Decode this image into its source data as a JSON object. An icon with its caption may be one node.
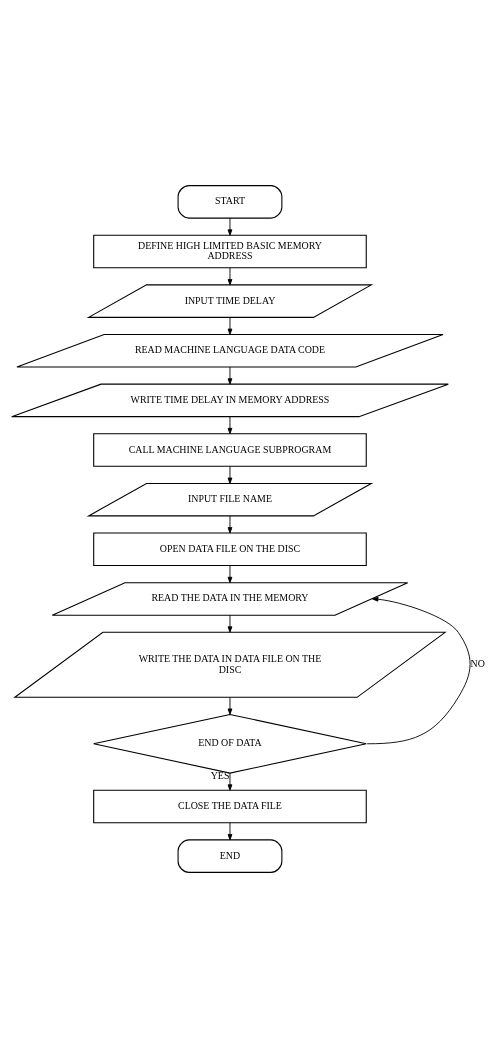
{
  "diagram": {
    "nodes": [
      {
        "text": [
          "START"
        ]
      },
      {
        "text": [
          "DEFINE HIGH LIMITED BASIC MEMORY ADDRESS"
        ]
      },
      {
        "text": [
          "INPUT TIME DELAY"
        ]
      },
      {
        "text": [
          "READ MACHINE LANGUAGE DATA CODE"
        ]
      },
      {
        "text": [
          "WRITE TIME DELAY IN MEMORY ADDRESS"
        ]
      },
      {
        "text": [
          "CALL MACHINE LANGUAGE SUBPROGRAM"
        ]
      },
      {
        "text": [
          "INPUT FILE NAME"
        ]
      },
      {
        "text": [
          "OPEN DATA FILE ON THE DISC"
        ]
      },
      {
        "text": [
          "READ THE DATA IN THE MEMORY"
        ]
      },
      {
        "text": [
          "WRITE THE DATA IN DATA FILE ON THE DISC"
        ]
      },
      {
        "text": [
          "END OF DATA"
        ]
      },
      {
        "text": [
          "CLOSE THE DATA FILE"
        ]
      },
      {
        "text": [
          "END"
        ]
      }
    ],
    "edges": [
      {
        "from": 0,
        "to": 1,
        "arrow": "to"
      },
      {
        "from": 1,
        "to": 2,
        "arrow": "to"
      },
      {
        "from": 2,
        "to": 3,
        "arrow": "to"
      },
      {
        "from": 3,
        "to": 4,
        "arrow": "to"
      },
      {
        "from": 4,
        "to": 5,
        "arrow": "to"
      },
      {
        "from": 5,
        "to": 6,
        "arrow": "to"
      },
      {
        "from": 6,
        "to": 7,
        "arrow": "to"
      },
      {
        "from": 7,
        "to": 8,
        "arrow": "to"
      },
      {
        "from": 8,
        "to": 9,
        "arrow": "to"
      },
      {
        "from": 9,
        "to": 10,
        "arrow": "to"
      },
      {
        "from": 10,
        "to": 11,
        "label": "YES",
        "arrow": "to"
      },
      {
        "from": 11,
        "to": 12,
        "arrow": "to"
      },
      {
        "from": 10,
        "to": 8,
        "label": "NO",
        "arrow": "to"
      }
    ]
  }
}
